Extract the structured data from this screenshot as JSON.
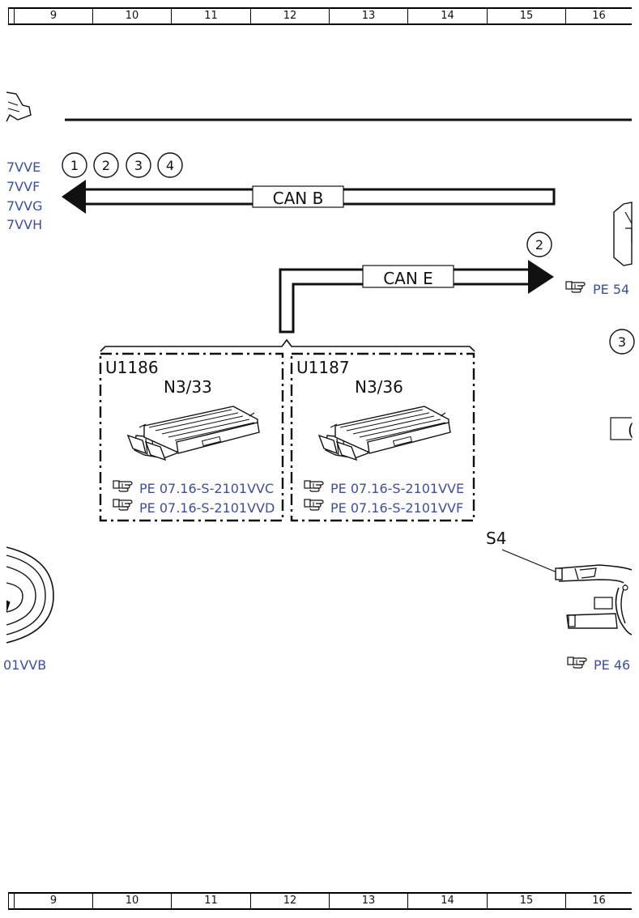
{
  "ruler": {
    "columns": [
      "9",
      "10",
      "11",
      "12",
      "13",
      "14",
      "15",
      "16"
    ]
  },
  "left_refs": [
    "7VVE",
    "7VVF",
    "7VVG",
    "7VVH"
  ],
  "left_bottom_ref": "01VVB",
  "circled_numbers": [
    "1",
    "2",
    "3",
    "4"
  ],
  "circled_right_top": "2",
  "circled_right_mid": "3",
  "bus": {
    "can_b": "CAN B",
    "can_e": "CAN E"
  },
  "right_refs": {
    "upper": "PE 54",
    "lower": "PE 46"
  },
  "right_partial_box": "(",
  "components": [
    {
      "id": "U1186",
      "code": "N3/33",
      "refs": [
        "PE 07.16-S-2101VVC",
        "PE 07.16-S-2101VVD"
      ]
    },
    {
      "id": "U1187",
      "code": "N3/36",
      "refs": [
        "PE 07.16-S-2101VVE",
        "PE 07.16-S-2101VVF"
      ]
    }
  ],
  "switch_label": "S4",
  "icons": {
    "pointer": "pointing-hand-icon",
    "ecu": "control-unit-icon",
    "switch": "steering-column-switch-icon"
  }
}
